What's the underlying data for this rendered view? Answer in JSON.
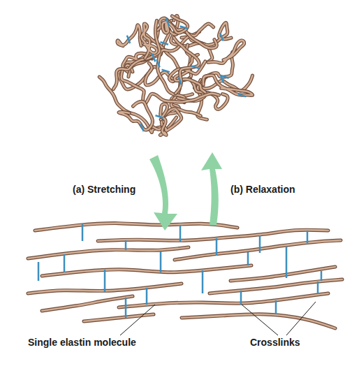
{
  "diagram": {
    "labels": [
      "(a) Stretching",
      "(b) Relaxation",
      "Single elastin molecule",
      "Crosslinks"
    ]
  }
}
